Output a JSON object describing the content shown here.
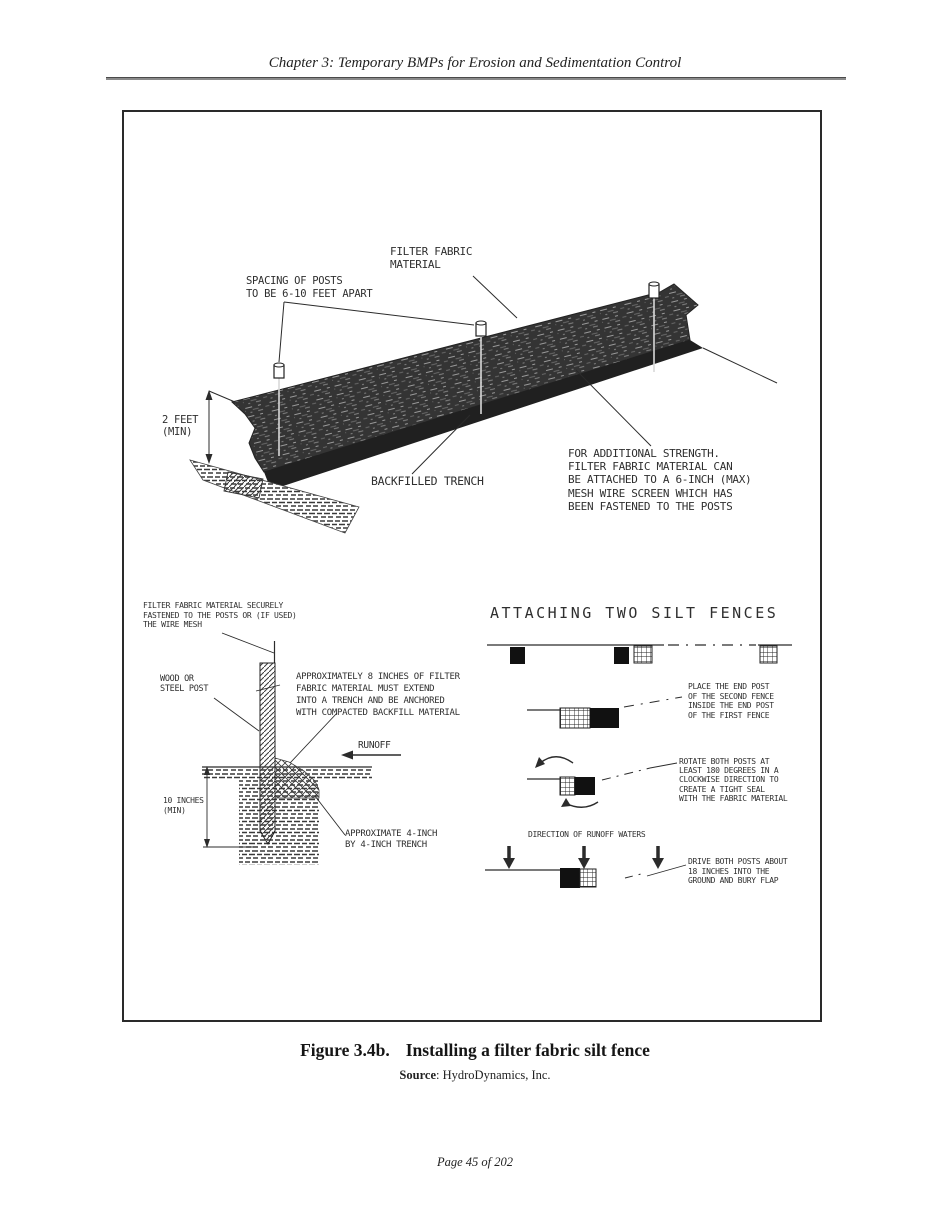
{
  "header": {
    "text": "Chapter 3: Temporary BMPs for Erosion and Sedimentation Control"
  },
  "caption": {
    "label": "Figure 3.4b.",
    "title": "Installing a filter fabric silt fence"
  },
  "source": {
    "label": "Source",
    "rest": ": HydroDynamics, Inc."
  },
  "footer": {
    "text": "Page 45 of 202"
  },
  "colors": {
    "ink": "#2b2b2b",
    "fabric": "#343434",
    "paper": "#ffffff"
  },
  "labels": {
    "top": {
      "filter_fabric": [
        "FILTER FABRIC",
        "MATERIAL"
      ],
      "spacing": [
        "SPACING OF POSTS",
        "TO BE 6-10 FEET APART"
      ],
      "two_feet": [
        "2 FEET",
        "(MIN)"
      ],
      "backfilled": "BACKFILLED TRENCH",
      "strength": [
        "FOR ADDITIONAL STRENGTH.",
        "FILTER FABRIC MATERIAL CAN",
        "BE ATTACHED TO A 6-INCH (MAX)",
        "MESH WIRE SCREEN WHICH HAS",
        "BEEN FASTENED TO THE POSTS"
      ]
    },
    "section": {
      "securely": [
        "FILTER FABRIC MATERIAL SECURELY",
        "FASTENED TO THE POSTS OR (IF USED)",
        "THE WIRE MESH"
      ],
      "post": [
        "WOOD OR",
        "STEEL POST"
      ],
      "extend": [
        "APPROXIMATELY 8 INCHES OF FILTER",
        "FABRIC MATERIAL MUST EXTEND",
        "INTO A TRENCH AND BE ANCHORED",
        "WITH COMPACTED BACKFILL MATERIAL"
      ],
      "runoff": "RUNOFF",
      "ten_inches": [
        "10 INCHES",
        "(MIN)"
      ],
      "trench": [
        "APPROXIMATE 4-INCH",
        "BY 4-INCH TRENCH"
      ]
    },
    "attach": {
      "heading": "ATTACHING TWO SILT FENCES",
      "step1": [
        "PLACE THE END POST",
        "OF THE SECOND FENCE",
        "INSIDE THE END POST",
        "OF THE FIRST FENCE"
      ],
      "step2": [
        "ROTATE BOTH POSTS AT",
        "LEAST 180 DEGREES IN A",
        "CLOCKWISE DIRECTION TO",
        "CREATE A TIGHT SEAL",
        "WITH THE FABRIC MATERIAL"
      ],
      "runoff_direction": "DIRECTION OF RUNOFF WATERS",
      "step3": [
        "DRIVE BOTH POSTS ABOUT",
        "18 INCHES INTO THE",
        "GROUND AND BURY FLAP"
      ]
    }
  }
}
